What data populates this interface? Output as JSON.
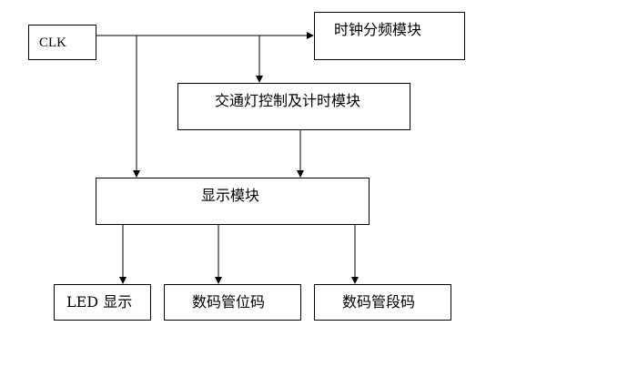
{
  "diagram": {
    "clk": "CLK",
    "clock_divider": "时钟分频模块",
    "traffic_light": "交通灯控制及计时模块",
    "display": "显示模块",
    "led_display": "LED 显示",
    "digit_position": "数码管位码",
    "digit_segment": "数码管段码"
  },
  "colors": {
    "stroke": "#000000",
    "background": "#ffffff"
  }
}
